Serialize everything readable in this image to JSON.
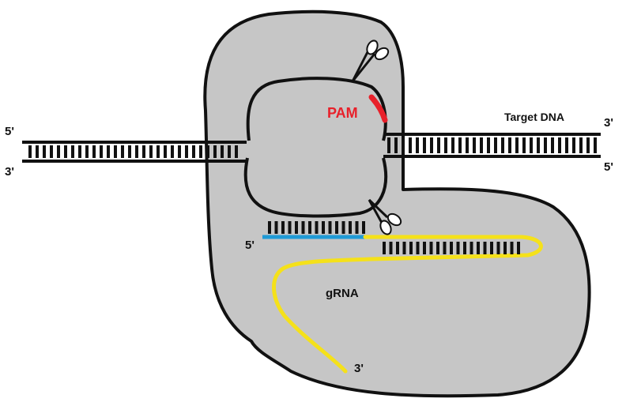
{
  "labels": {
    "left_top_end": "5'",
    "left_bottom_end": "3'",
    "right_top_end": "3'",
    "right_bottom_end": "5'",
    "target_dna": "Target DNA",
    "pam": "PAM",
    "grna": "gRNA",
    "grna_5prime": "5'",
    "grna_3prime": "3'"
  },
  "colors": {
    "protein_fill": "#c6c6c6",
    "outline": "#111111",
    "pam": "#e8202a",
    "spacer": "#1f9ad6",
    "grna": "#f5e11a",
    "background": "#ffffff"
  },
  "icons": [
    "scissors-icon-top",
    "scissors-icon-bottom"
  ]
}
